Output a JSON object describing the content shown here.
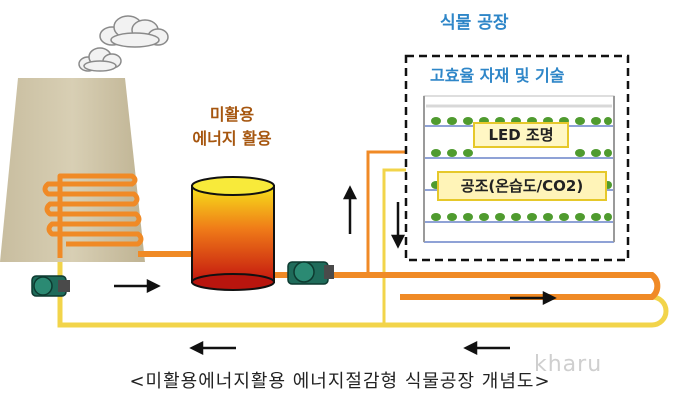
{
  "title": "식물 공장",
  "unused_energy": {
    "line1": "미활용",
    "line2": "에너지 활용"
  },
  "tech_label": "고효율 자재 및 기술",
  "led_label": "LED 조명",
  "hvac_label": "공조(온습도/CO2)",
  "caption": "<미활용에너지활용 에너지절감형 식물공장 개념도>",
  "watermark": "kharu",
  "colors": {
    "pipe_hot": "#f08a26",
    "pipe_return": "#f2d44a",
    "title_blue": "#2e86c8",
    "label_brown": "#a6560f"
  }
}
